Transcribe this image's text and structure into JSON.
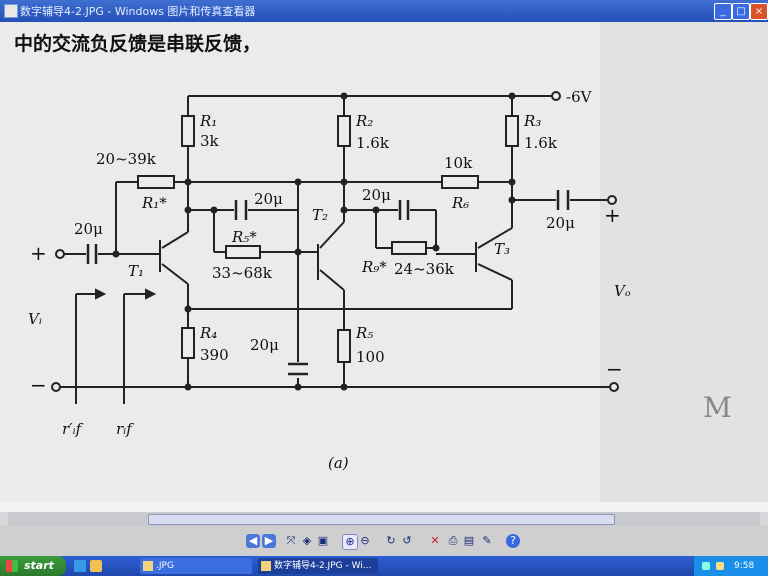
{
  "window": {
    "title": "数字辅导4-2.JPG - Windows 图片和传真查看器",
    "minimize": "_",
    "maximize": "□",
    "close": "×"
  },
  "page": {
    "heading": "中的交流负反馈是串联反馈，",
    "caption": "(a)",
    "stray_mark": "M"
  },
  "circuit": {
    "supply": "-6V",
    "components": {
      "R1": {
        "name": "R₁",
        "value": "3k"
      },
      "R2": {
        "name": "R₂",
        "value": "1.6k"
      },
      "R3": {
        "name": "R₃",
        "value": "1.6k"
      },
      "Rf1": {
        "name": "R₁*",
        "value": "20~39k"
      },
      "R5star": {
        "name": "R₅*",
        "value": "33~68k"
      },
      "R6": {
        "name": "R₆",
        "value": "10k"
      },
      "R9star": {
        "name": "R₉*",
        "value": "24~36k"
      },
      "R4": {
        "name": "R₄",
        "value": "390"
      },
      "R5": {
        "name": "R₅",
        "value": "100"
      },
      "C_in": "20μ",
      "C_mid": "20μ",
      "C_out": "20μ",
      "C_bypass": "20μ",
      "C_t2": "20μ"
    },
    "transistors": [
      "T₁",
      "T₂",
      "T₃"
    ],
    "input": {
      "plus": "+",
      "minus": "−",
      "voltage": "Vᵢ",
      "rif_prime": "r′ᵢf",
      "rif": "rᵢf"
    },
    "output": {
      "plus": "+",
      "minus": "−",
      "voltage": "Vₒ"
    }
  },
  "scrollbar": {
    "thumb_fraction": 0.62
  },
  "toolbar": {
    "icons": [
      "prev-icon",
      "next-icon",
      "best-fit-icon",
      "actual-size-icon",
      "slideshow-icon",
      "zoom-in-icon",
      "zoom-out-icon",
      "rotate-cw-icon",
      "rotate-ccw-icon",
      "delete-icon",
      "print-icon",
      "save-icon",
      "edit-icon",
      "help-icon"
    ]
  },
  "taskbar": {
    "start_label": "start",
    "task1_label": ".JPG",
    "task2_label": "数字辅导4-2.JPG - Wi...",
    "clock": "9:58"
  }
}
